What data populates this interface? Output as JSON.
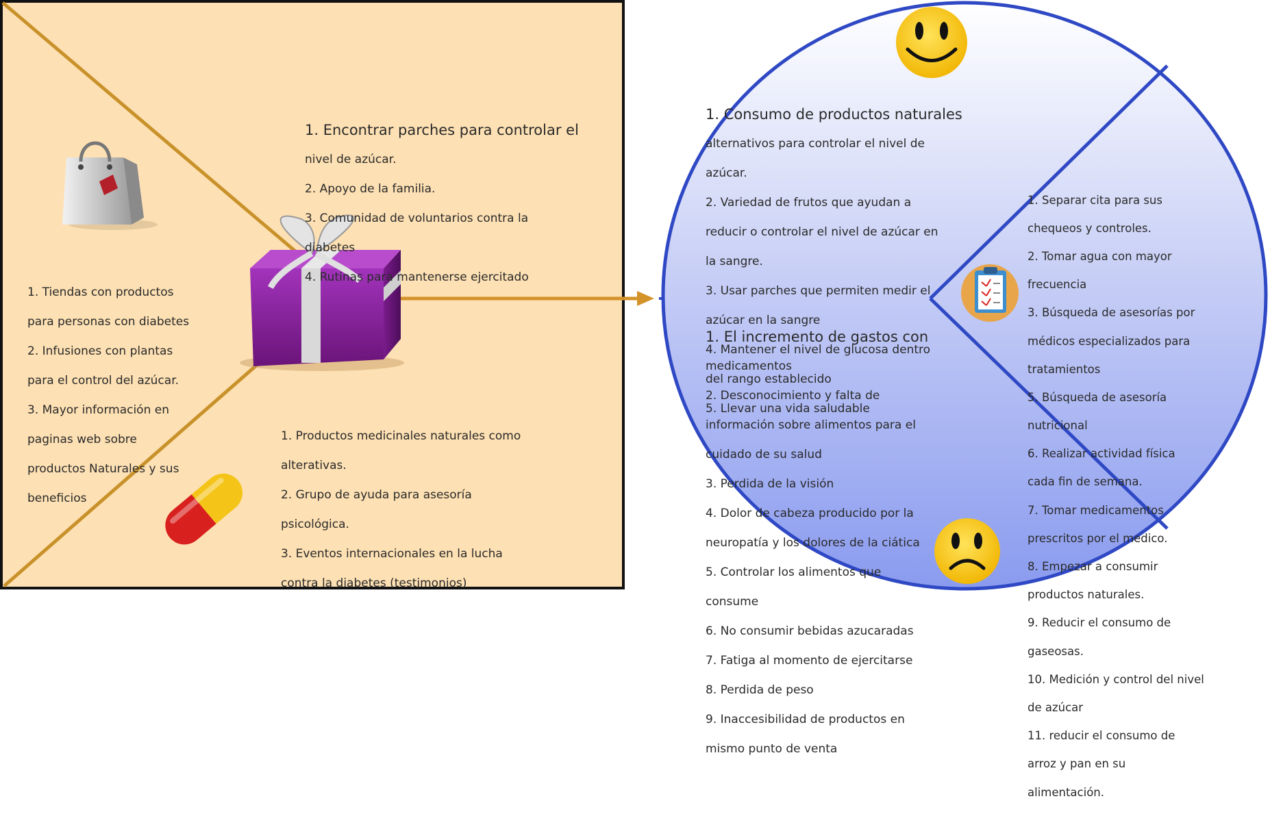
{
  "colors": {
    "square_fill": "#fde0b3",
    "square_border": "#111111",
    "diagonal": "#c8912a",
    "circle_fill_top": "#ffffff",
    "circle_fill_bottom": "#8e9ff0",
    "circle_border": "#2f48c4",
    "arrow_left": "#d4922a",
    "arrow_right": "#2f48c4",
    "gift_box": "#8a1f9e",
    "ribbon": "#d9d9d9"
  },
  "icons": {
    "shopping_bag": "shopping-bag-icon",
    "gift": "gift-box-icon",
    "pill": "capsule-pill-icon",
    "happy_face": "smiley-face-icon",
    "sad_face": "sad-face-icon",
    "clipboard": "clipboard-checklist-icon"
  },
  "left": {
    "top_block": [
      "1. Encontrar parches para controlar el",
      "nivel de azúcar.",
      "2. Apoyo de la familia.",
      "3. Comunidad de voluntarios contra la",
      "diabetes",
      "4. Rutinas para mantenerse ejercitado"
    ],
    "left_block": [
      "1. Tiendas con productos",
      "para personas con diabetes",
      "2. Infusiones con plantas",
      "para el control del azúcar.",
      "3. Mayor información en",
      "paginas web sobre",
      "productos Naturales y sus",
      "beneficios"
    ],
    "bottom_block": [
      "1. Productos medicinales naturales como",
      "alterativas.",
      "2. Grupo de ayuda para asesoría",
      "psicológica.",
      "3. Eventos internacionales en la lucha",
      "contra la diabetes (testimonios)"
    ]
  },
  "right": {
    "top_block": [
      "1. Consumo de productos naturales",
      "alternativos para controlar el nivel de",
      "azúcar.",
      "2. Variedad de frutos que ayudan a",
      "reducir o controlar el nivel de azúcar en",
      "la sangre.",
      "3. Usar parches que permiten medir el",
      "azúcar en la sangre",
      "4. Mantener el nivel de glucosa dentro",
      "del rango establecido",
      "5. Llevar una vida saludable"
    ],
    "bottom_block": [
      "1. El incremento de gastos con",
      "medicamentos",
      "2. Desconocimiento y falta de",
      "información sobre alimentos para el",
      "cuidado de su salud",
      "3. Perdida de la visión",
      "4. Dolor de cabeza producido por la",
      "neuropatía y los dolores de la ciática",
      "5. Controlar los alimentos que",
      "consume",
      "6. No consumir bebidas azucaradas",
      "7. Fatiga al momento de ejercitarse",
      "8. Perdida de peso",
      "9. Inaccesibilidad de productos en",
      "mismo punto de venta"
    ],
    "side_block": [
      "1. Separar cita para sus",
      "chequeos y controles.",
      "2. Tomar agua con mayor",
      "frecuencia",
      "3. Búsqueda de asesorías por",
      "médicos especializados para",
      "tratamientos",
      "5. Búsqueda de asesoría",
      "nutricional",
      "6. Realizar actividad física",
      "cada fin de semana.",
      "7. Tomar medicamentos",
      "prescritos por el medico.",
      "8. Empezar a consumir",
      "productos naturales.",
      "9. Reducir el consumo de",
      "gaseosas.",
      "10. Medición y control del nivel",
      "de azúcar",
      "11. reducir el consumo de",
      "arroz y pan en su",
      "alimentación."
    ]
  }
}
